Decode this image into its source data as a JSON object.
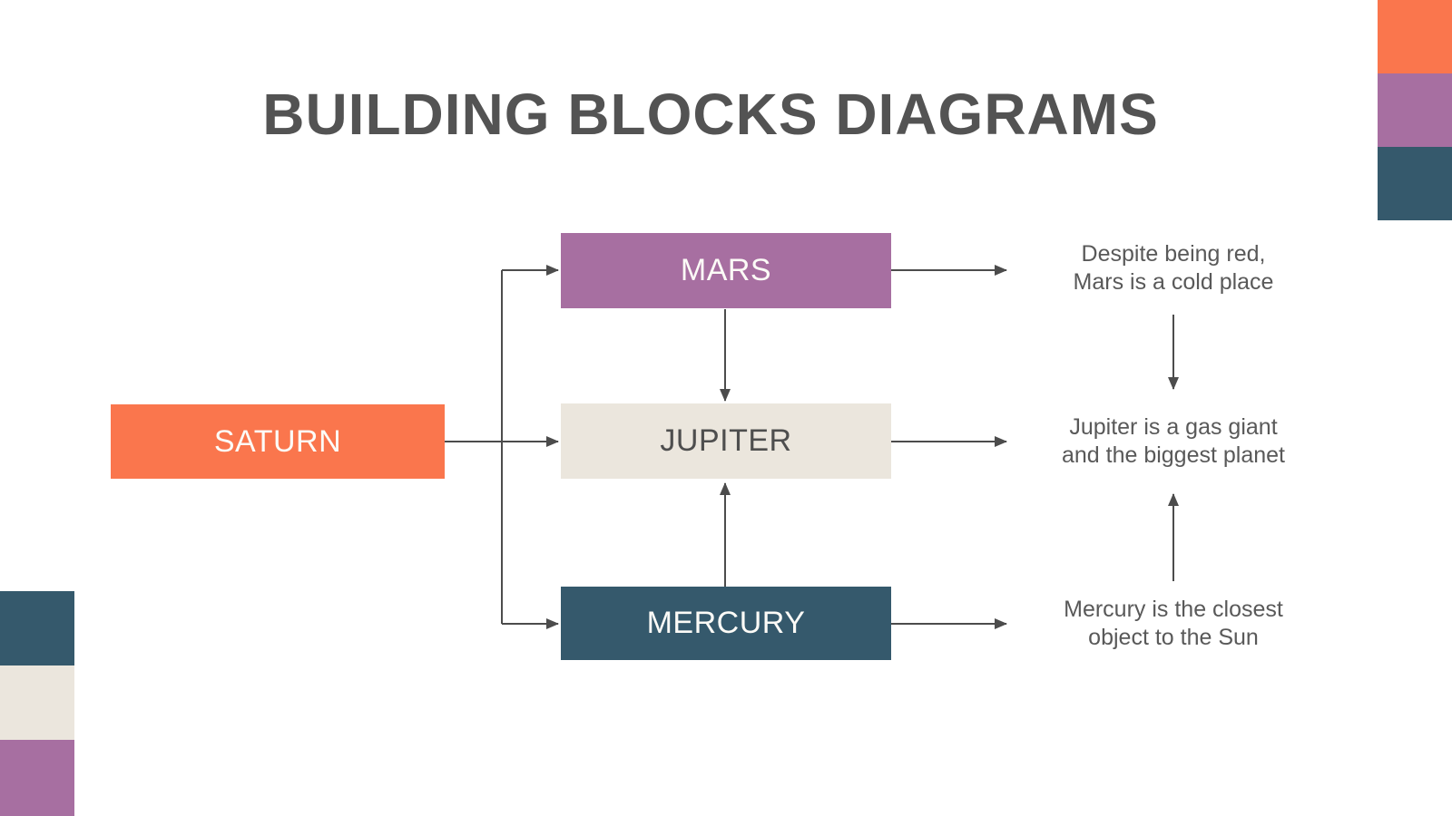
{
  "title": "BUILDING BLOCKS DIAGRAMS",
  "colors": {
    "background": "#FFFFFF",
    "orange": "#FA764D",
    "mauve": "#A76FA1",
    "teal": "#35596C",
    "beige": "#EBE6DD",
    "title_text": "#535353",
    "note_text": "#595959",
    "connector": "#4C4C4C",
    "label_light": "#FCFBF7",
    "label_dark": "#4E4E4E"
  },
  "nodes": {
    "saturn": {
      "label": "SATURN"
    },
    "mars": {
      "label": "MARS"
    },
    "jupiter": {
      "label": "JUPITER"
    },
    "mercury": {
      "label": "MERCURY"
    }
  },
  "notes": {
    "mars": {
      "line1": "Despite being red,",
      "line2": "Mars is a cold place"
    },
    "jupiter": {
      "line1": "Jupiter is a gas giant",
      "line2": "and the biggest planet"
    },
    "mercury": {
      "line1": "Mercury is the closest",
      "line2": "object to the Sun"
    }
  },
  "decor": {
    "top_right_order": "orange, mauve, teal",
    "bottom_left_order": "teal, beige, mauve"
  }
}
